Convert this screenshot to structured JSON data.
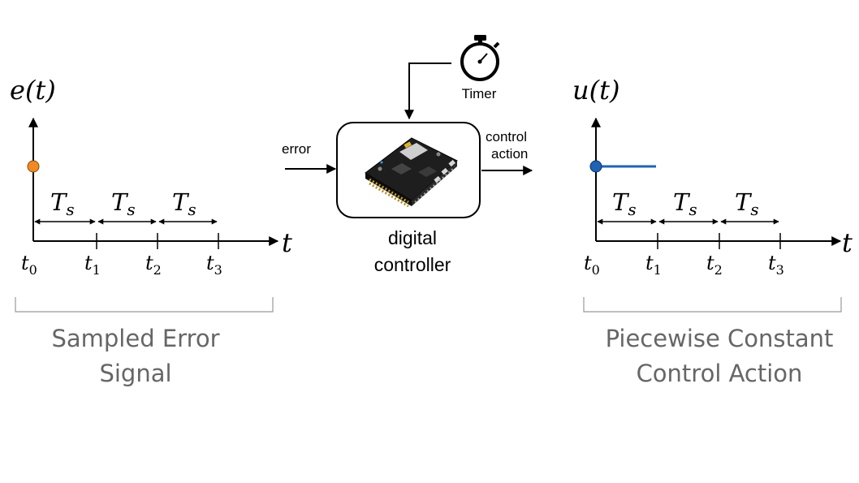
{
  "left_plot": {
    "y_label": "e(t)",
    "x_label": "t",
    "ticks": [
      {
        "var": "t",
        "sub": "0"
      },
      {
        "var": "t",
        "sub": "1"
      },
      {
        "var": "t",
        "sub": "2"
      },
      {
        "var": "t",
        "sub": "3"
      }
    ],
    "interval": {
      "var": "T",
      "sub": "s"
    },
    "caption_lines": [
      "Sampled Error",
      "Signal"
    ],
    "sample_color": "#f08a24"
  },
  "controller": {
    "input_label": "error",
    "output_label_lines": [
      "control",
      "action"
    ],
    "title_lines": [
      "digital",
      "controller"
    ],
    "timer_label": "Timer"
  },
  "right_plot": {
    "y_label": "u(t)",
    "x_label": "t",
    "ticks": [
      {
        "var": "t",
        "sub": "0"
      },
      {
        "var": "t",
        "sub": "1"
      },
      {
        "var": "t",
        "sub": "2"
      },
      {
        "var": "t",
        "sub": "3"
      }
    ],
    "interval": {
      "var": "T",
      "sub": "s"
    },
    "caption_lines": [
      "Piecewise Constant",
      "Control Action"
    ],
    "hold_color": "#1f63b5"
  }
}
